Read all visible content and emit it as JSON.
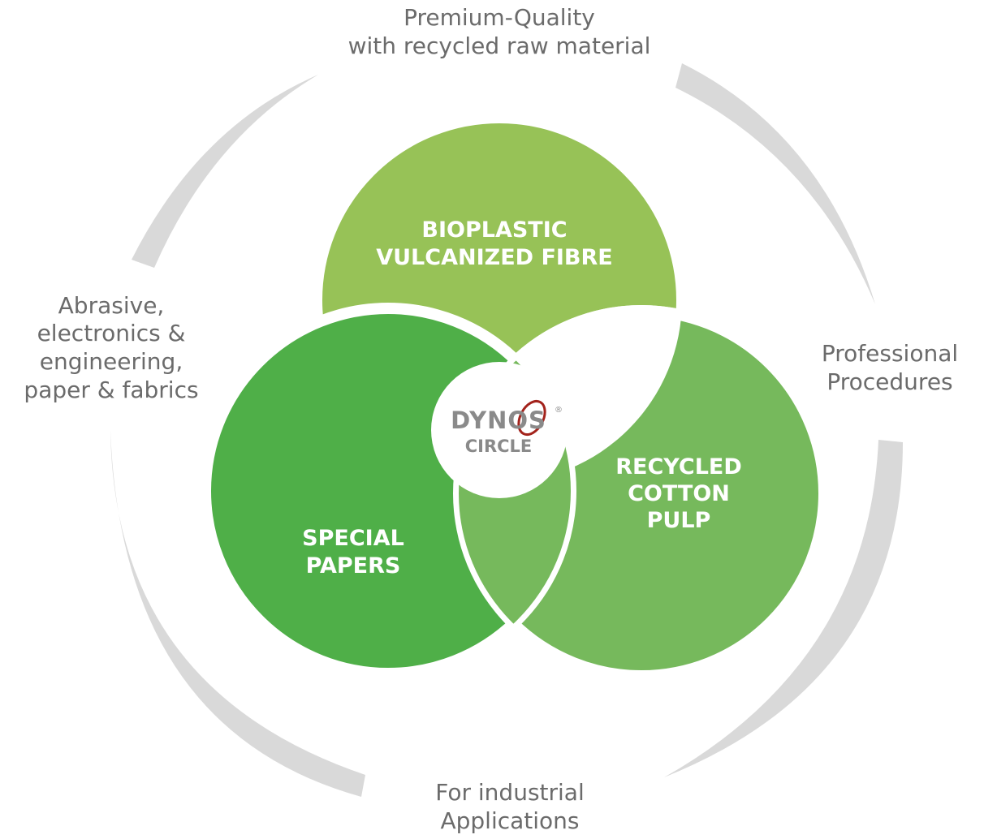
{
  "colors": {
    "bioplastic": "#97c257",
    "recycled_cotton": "#76b95c",
    "special_papers": "#4faf48",
    "outer_ring": "#d9d9d9",
    "label_text": "#6b6b6b",
    "logo_text": "#8a8a8a",
    "logo_swoosh": "#a3231c"
  },
  "outer_labels": {
    "top": [
      "Premium-Quality",
      "with recycled raw material"
    ],
    "right": [
      "Professional",
      "Procedures"
    ],
    "bottom": [
      "For industrial",
      "Applications"
    ],
    "left": [
      "Abrasive,",
      "electronics &",
      "engineering,",
      "paper & fabrics"
    ]
  },
  "circles": {
    "bioplastic": [
      "BIOPLASTIC",
      "VULCANIZED FIBRE"
    ],
    "recycled_cotton": [
      "RECYCLED",
      "COTTON",
      "PULP"
    ],
    "special_papers": [
      "SPECIAL",
      "PAPERS"
    ]
  },
  "logo": {
    "name": "DYNOS",
    "registered": "®",
    "subtitle": "CIRCLE"
  }
}
